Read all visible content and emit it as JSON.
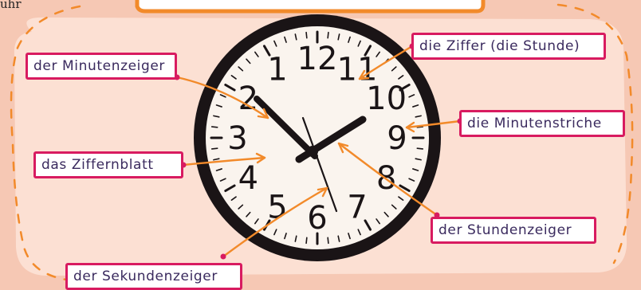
{
  "colors": {
    "background": "#f6c8b4",
    "panel": "#fce0d3",
    "label_border": "#d81b60",
    "label_text": "#3a2a5e",
    "arrow": "#f28a2a",
    "clock_rim": "#1a1416",
    "clock_face": "#faf4ee",
    "accent_bar": "#f28a2a",
    "dash": "#f28a2a"
  },
  "header": {
    "corner_text": "uhr"
  },
  "labels": {
    "minutenzeiger": "der Minutenzeiger",
    "ziffer": "die Ziffer (die Stunde)",
    "minutenstriche": "die Minutenstriche",
    "ziffernblatt": "das Ziffernblatt",
    "stundenzeiger": "der Stundenzeiger",
    "sekundenzeiger": "der Sekundenzeiger"
  },
  "clock": {
    "numerals": [
      "12",
      "11",
      "10",
      "9",
      "8",
      "7",
      "6",
      "5",
      "4",
      "3",
      "2",
      "1"
    ],
    "icon": "wall-clock-icon"
  }
}
